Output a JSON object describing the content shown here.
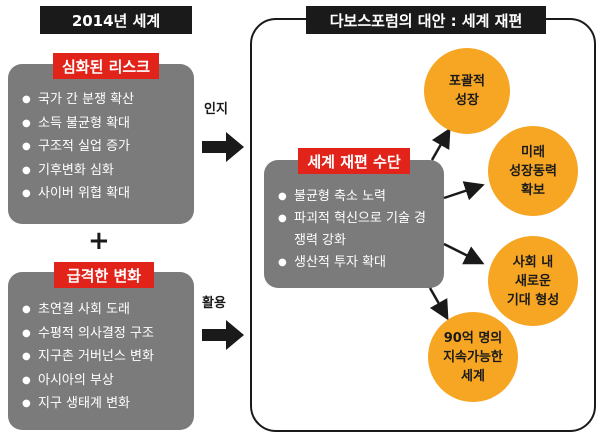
{
  "left_title": "2014년 세계",
  "risk": {
    "label": "심화된 리스크",
    "items": [
      "국가 간 분쟁 확산",
      "소득 불균형 확대",
      "구조적 실업 증가",
      "기후변화 심화",
      "사이버 위협 확대"
    ]
  },
  "plus": "+",
  "change": {
    "label": "급격한 변화",
    "items": [
      "초연결 사회 도래",
      "수평적 의사결정 구조",
      "지구촌 거버넌스 변화",
      "아시아의 부상",
      "지구 생태계 변화"
    ]
  },
  "arrow_labels": {
    "top": "인지",
    "bottom": "활용"
  },
  "right_title": "다보스포럼의 대안 : 세계 재편",
  "means": {
    "label": "세계 재편 수단",
    "items": [
      "불균형 축소 노력",
      "파괴적 혁신으로 기술 경쟁력 강화",
      "생산적 투자 확대"
    ]
  },
  "outcomes": [
    "포괄적\n성장",
    "미래\n성장동력\n확보",
    "사회 내\n새로운\n기대 형성",
    "90억 명의\n지속가능한\n세계"
  ],
  "colors": {
    "accent_red": "#e2231a",
    "circle_orange": "#f6a623",
    "box_gray": "#7b7b7b",
    "dark": "#1a1a1a"
  }
}
